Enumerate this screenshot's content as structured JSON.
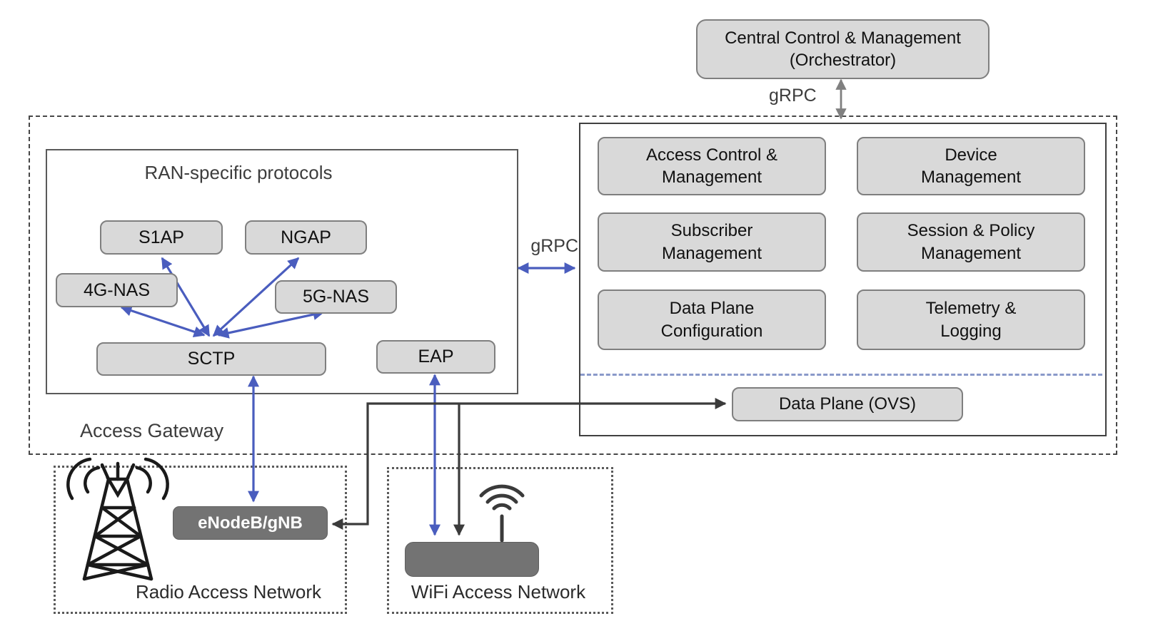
{
  "colors": {
    "box_fill": "#d9d9d9",
    "box_border": "#7f7f7f",
    "dark_box_fill": "#737373",
    "blue_arrow": "#4a5dbe",
    "gray_arrow": "#808080",
    "black_line": "#3b3b3b",
    "divider_dash_blue": "#8a99c9",
    "background": "#ffffff"
  },
  "orchestrator": {
    "line1": "Central Control & Management",
    "line2": "(Orchestrator)"
  },
  "grpc": {
    "top_label": "gRPC",
    "mid_label": "gRPC"
  },
  "access_gateway": {
    "label": "Access Gateway"
  },
  "ran_protocols": {
    "title": "RAN-specific protocols",
    "s1ap": "S1AP",
    "ngap": "NGAP",
    "nas4g": "4G-NAS",
    "nas5g": "5G-NAS",
    "sctp": "SCTP",
    "eap": "EAP"
  },
  "control_plane": {
    "modules": [
      {
        "line1": "Access Control &",
        "line2": "Management"
      },
      {
        "line1": "Device",
        "line2": "Management"
      },
      {
        "line1": "Subscriber",
        "line2": "Management"
      },
      {
        "line1": "Session & Policy",
        "line2": "Management"
      },
      {
        "line1": "Data Plane",
        "line2": "Configuration"
      },
      {
        "line1": "Telemetry &",
        "line2": "Logging"
      }
    ],
    "data_plane_label": "Data Plane (OVS)"
  },
  "radio_access_network": {
    "label": "Radio Access Network",
    "node_label": "eNodeB/gNB"
  },
  "wifi_access_network": {
    "label": "WiFi Access Network"
  }
}
